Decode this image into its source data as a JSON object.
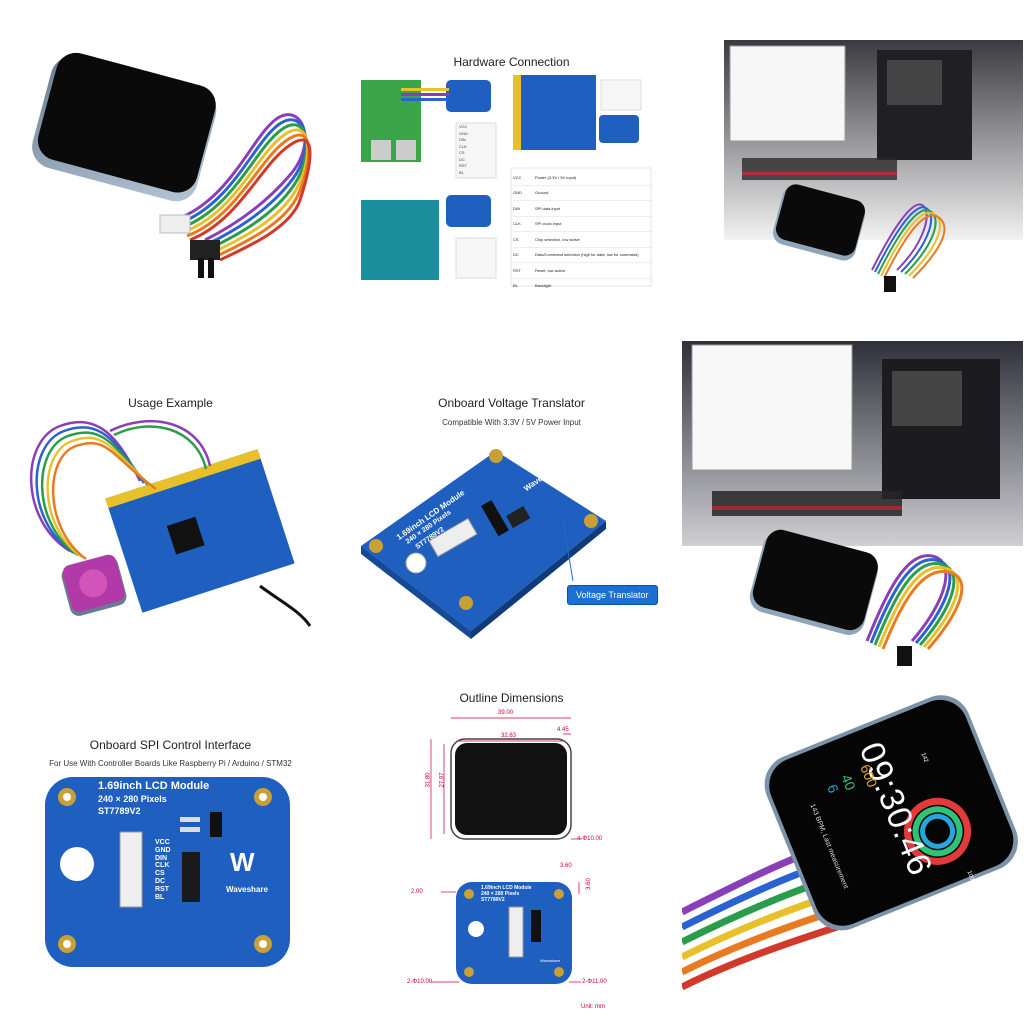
{
  "hardware_connection": {
    "title": "Hardware Connection",
    "pins": [
      "VCC",
      "GND",
      "DIN",
      "CLK",
      "CS",
      "DC",
      "RST",
      "BL"
    ],
    "pin_table": [
      {
        "pin": "VCC",
        "desc": "Power (3.3V / 5V input)"
      },
      {
        "pin": "GND",
        "desc": "Ground"
      },
      {
        "pin": "DIN",
        "desc": "SPI data input"
      },
      {
        "pin": "CLK",
        "desc": "SPI clock input"
      },
      {
        "pin": "CS",
        "desc": "Chip selection, low active"
      },
      {
        "pin": "DC",
        "desc": "Data/Command selection (high for data, low for command)"
      },
      {
        "pin": "RST",
        "desc": "Reset, low active"
      },
      {
        "pin": "BL",
        "desc": "Backlight"
      }
    ]
  },
  "usage_example": {
    "title": "Usage Example"
  },
  "voltage_translator": {
    "title": "Onboard Voltage Translator",
    "subtitle": "Compatible With 3.3V / 5V Power Input",
    "callout": "Voltage Translator",
    "board_name": "1.69inch LCD Module",
    "board_res": "240 × 280 Pixels",
    "board_chip": "ST7789V2",
    "brand": "Waveshare"
  },
  "spi_interface": {
    "title": "Onboard SPI Control Interface",
    "subtitle": "For Use With Controller Boards Like Raspberry Pi / Arduino / STM32",
    "board_name": "1.69inch LCD Module",
    "board_res": "240 × 280 Pixels",
    "board_chip": "ST7789V2",
    "brand": "Waveshare",
    "pins": [
      "VCC",
      "GND",
      "DIN",
      "CLK",
      "CS",
      "DC",
      "RST",
      "BL"
    ]
  },
  "outline": {
    "title": "Outline Dimensions",
    "dim_total_width": "39.00",
    "dim_screen_width": "32.63",
    "dim_right_margin": "4.45",
    "dim_total_height": "31.80",
    "dim_screen_height": "27.97",
    "dim_hole_top": "4-Φ10.00",
    "dim_side_a": "3.60",
    "dim_side_b": "3.60",
    "dim_left": "2.00",
    "dim_hole_left": "2-Φ10.00",
    "dim_hole_right": "2-Φ11.00",
    "unit": "Unit: mm",
    "board_name": "1.69inch LCD Module",
    "board_res": "240 × 280 Pixels",
    "board_chip": "ST7789V2",
    "brand": "Waveshare"
  },
  "watch": {
    "time": "09:30:46",
    "val1": "600",
    "val2": "40",
    "val3": "6",
    "side_text": "143 BPM, Last measurement",
    "top_badge": "142",
    "bottom_badge": "1000"
  },
  "colors": {
    "board_blue": "#1f5fbf",
    "callout_blue": "#1d6fd1",
    "gold": "#c9a033"
  }
}
